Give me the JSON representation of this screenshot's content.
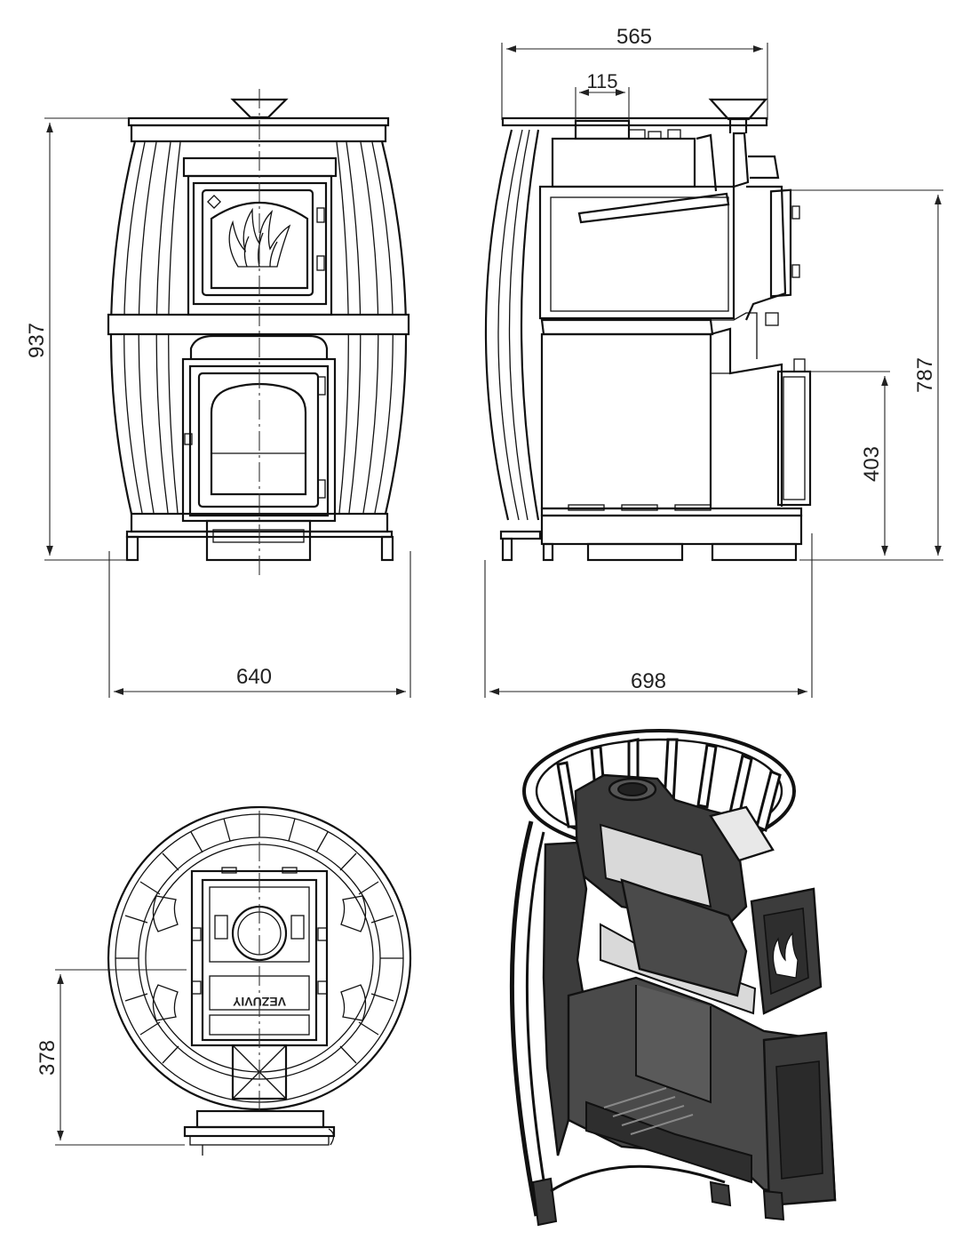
{
  "dimensions": {
    "front_width": "640",
    "front_height": "937",
    "side_top_width": "565",
    "side_chimney_width": "115",
    "side_depth": "698",
    "side_height": "787",
    "side_firebox_height": "403",
    "top_offset": "378"
  },
  "logo_text": "VEZUVIY",
  "colors": {
    "line": "#111111",
    "cutaway_dark": "#3c3c3c",
    "cutaway_light": "#d9d9d9",
    "background": "#ffffff"
  }
}
